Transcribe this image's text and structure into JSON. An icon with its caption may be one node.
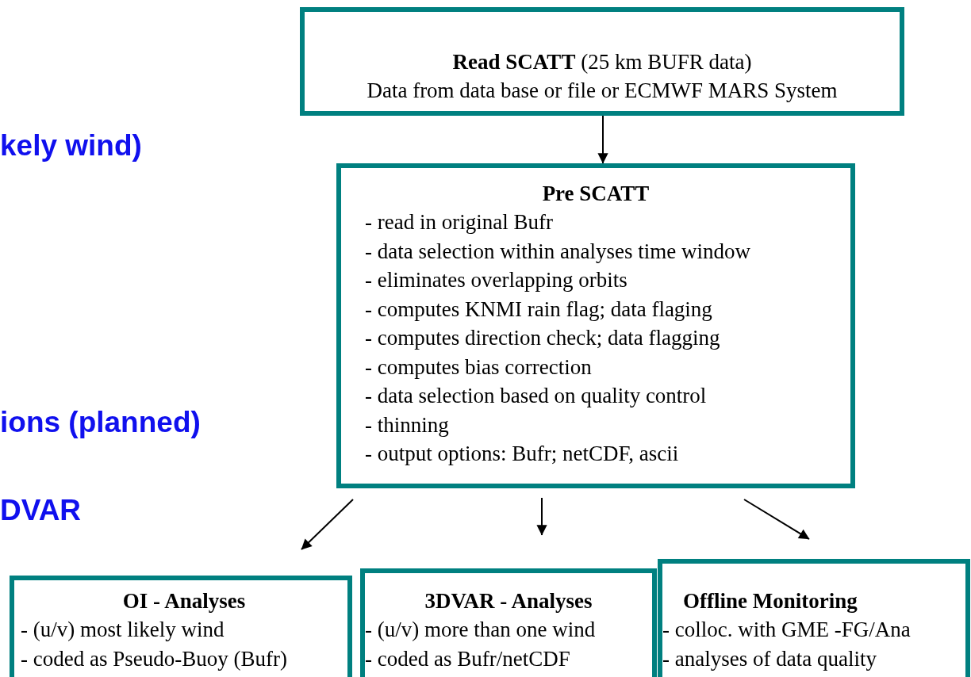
{
  "diagram": {
    "nodes": [
      {
        "text": [
          "**Read SCATT** (25 km BUFR data)",
          "Data from data base or file or ECMWF MARS System"
        ]
      },
      {
        "text": [
          "Pre SCATT",
          "- read in original Bufr",
          "- data selection within analyses time window",
          "- eliminates overlapping orbits",
          "- computes KNMI rain flag; data flaging",
          "- computes direction check; data flagging",
          "- computes bias correction",
          "- data selection based on quality control",
          "- thinning",
          "- output options: Bufr; netCDF, ascii"
        ]
      },
      {
        "text": [
          "OI - Analyses",
          "- (u/v) most likely wind",
          "- coded as Pseudo-Buoy (Bufr)"
        ]
      },
      {
        "text": [
          "3DVAR - Analyses",
          "- (u/v) more than one wind",
          "- coded as Bufr/netCDF"
        ]
      },
      {
        "text": [
          "Offline Monitoring",
          "- colloc. with GME -FG/Ana",
          "- analyses of data quality"
        ]
      }
    ],
    "edges": [
      {
        "from": 0,
        "to": 1,
        "arrow": "to"
      },
      {
        "from": 1,
        "to": 2,
        "arrow": "to"
      },
      {
        "from": 1,
        "to": 3,
        "arrow": "to"
      },
      {
        "from": 1,
        "to": 4,
        "arrow": "to"
      }
    ],
    "labels": [
      "kely wind)",
      "ions (planned)",
      "DVAR"
    ]
  }
}
